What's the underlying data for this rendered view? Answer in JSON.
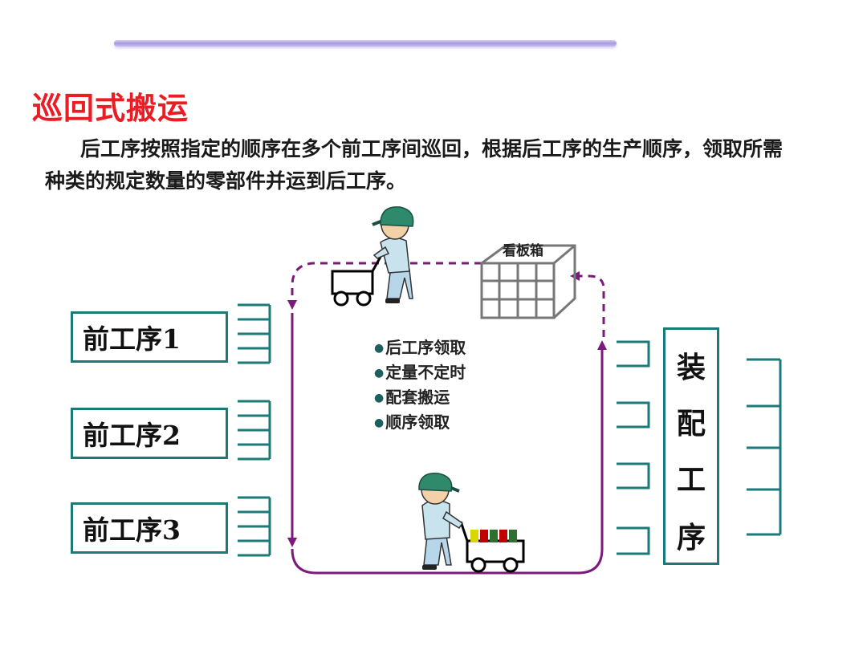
{
  "slide": {
    "title": "巡回式搬运",
    "description": "后工序按照指定的顺序在多个前工序间巡回，根据后工序的生产顺序，领取所需种类的规定数量的零部件并运到后工序。"
  },
  "diagram": {
    "upstream_processes": [
      "前工序1",
      "前工序2",
      "前工序3"
    ],
    "assembly_label": [
      "装",
      "配",
      "工",
      "序"
    ],
    "kanban_box_label": "看板箱",
    "features": [
      "后工序领取",
      "定量不定时",
      "配套搬运",
      "顺序领取"
    ],
    "colors": {
      "box_border": "#1b7a78",
      "loop_route": "#7b1a7b",
      "title": "#ea1d24",
      "worker_cap": "#2f8a6c",
      "worker_uniform": "#c9e3ee"
    },
    "icons": [
      "worker-pushing-empty-cart-icon",
      "worker-pushing-loaded-cart-icon",
      "kanban-box-icon"
    ]
  }
}
